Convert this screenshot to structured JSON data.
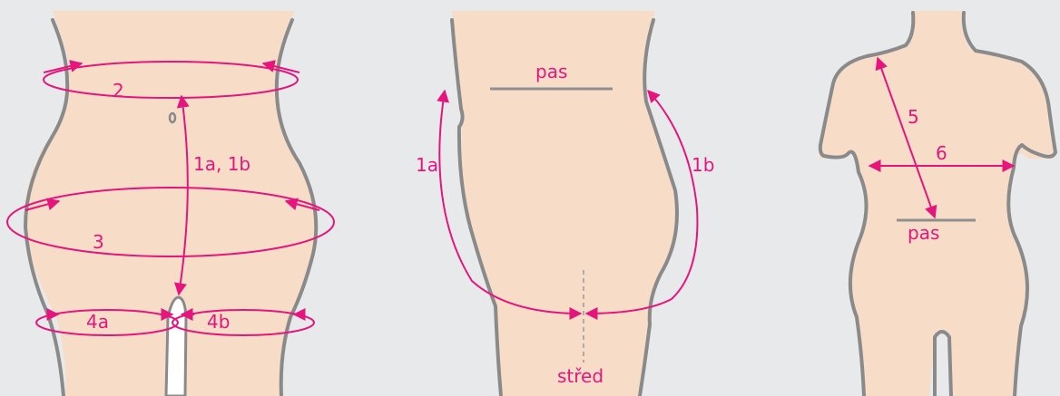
{
  "colors": {
    "background": "#e8e9eb",
    "skin": "#f7dcc8",
    "outline": "#8a8a8a",
    "measure": "#e6157d"
  },
  "front": {
    "labels": {
      "m2": "2",
      "m1": "1a, 1b",
      "m3": "3",
      "m4a": "4a",
      "m4b": "4b"
    }
  },
  "side": {
    "labels": {
      "waist": "pas",
      "m1a": "1a",
      "m1b": "1b",
      "center": "střed"
    }
  },
  "back": {
    "labels": {
      "m5": "5",
      "m6": "6",
      "waist": "pas"
    }
  }
}
